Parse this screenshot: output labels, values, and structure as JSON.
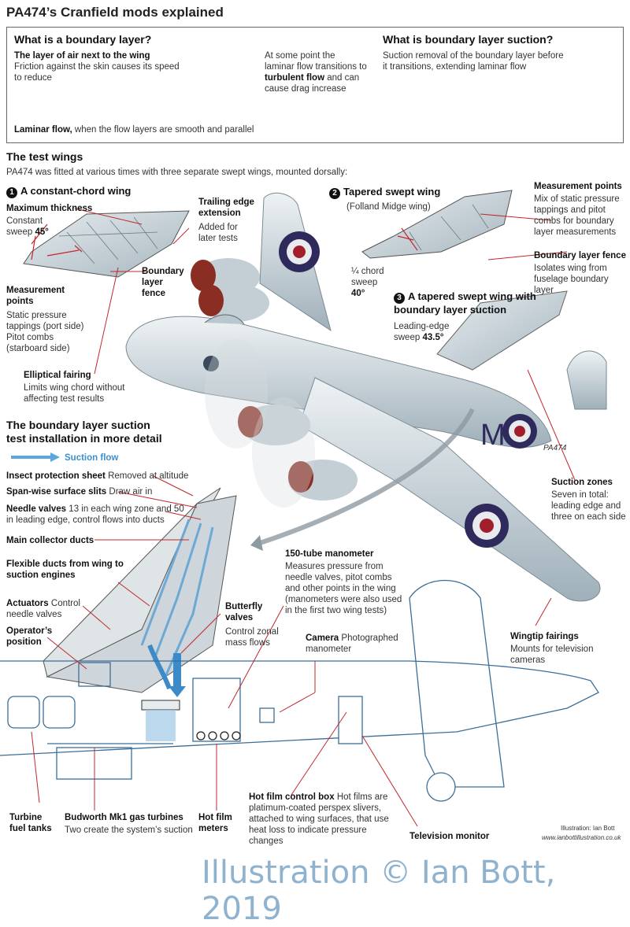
{
  "title": "PA474’s Cranfield mods explained",
  "bl": {
    "h1": "What is a boundary layer?",
    "l1b": "The layer of air next to the wing",
    "l1": "Friction against the skin causes its speed to reduce",
    "l2": "At some point the laminar flow transitions to",
    "l2b": "turbulent flow",
    "l2c": "and can cause drag increase",
    "l3b": "Laminar flow,",
    "l3": "when the flow layers are smooth and parallel",
    "h2": "What is boundary layer suction?",
    "l4": "Suction removal of the boundary layer before it transitions, extending laminar flow"
  },
  "test": {
    "h": "The test wings",
    "sub": "PA474 was fitted at various times with three separate swept wings, mounted dorsally:",
    "w1n": "1",
    "w1": "A constant-chord wing",
    "maxthick": "Maximum thickness",
    "constsweep": "Constant sweep",
    "constsweep_v": "45°",
    "te_h": "Trailing edge extension",
    "te": "Added for later tests",
    "mp1_h": "Measurement points",
    "mp1": "Static pressure tappings (port side) Pitot combs (starboard side)",
    "blf1": "Boundary layer fence",
    "ef_h": "Elliptical fairing",
    "ef": "Limits wing chord without affecting test results",
    "w2n": "2",
    "w2": "Tapered swept wing",
    "w2s": "(Folland Midge wing)",
    "mp2_h": "Measurement points",
    "mp2": "Mix of static pressure tappings and pitot combs for boundary layer measurements",
    "blf2_h": "Boundary layer fence",
    "blf2": "Isolates wing from fuselage boundary layer",
    "chord": "¼ chord sweep",
    "chord_v": "40°",
    "w3n": "3",
    "w3": "A tapered swept wing with boundary layer suction",
    "le": "Leading-edge sweep",
    "le_v": "43.5°"
  },
  "aircraft": {
    "code": "M",
    "serial": "PA474"
  },
  "inst": {
    "h": "The boundary layer suction test installation in more detail",
    "flow": "Suction flow",
    "insect_b": "Insect protection sheet",
    "insect": "Removed at altitude",
    "slits_b": "Span-wise surface slits",
    "slits": "Draw air in",
    "needle_b": "Needle valves",
    "needle": "13 in each wing zone and 50 in leading edge, control flows into ducts",
    "collector": "Main collector ducts",
    "flex": "Flexible ducts from wing to suction engines",
    "act_b": "Actuators",
    "act": "Control needle valves",
    "op": "Operator’s position",
    "butterfly_h": "Butterfly valves",
    "butterfly": "Control zonal mass flows",
    "mano_h": "150-tube manometer",
    "mano": "Measures pressure from needle valves, pitot combs and other points in the wing (manometers were also used in the first two wing tests)",
    "cam_b": "Camera",
    "cam": "Photographed manometer",
    "sz_h": "Suction zones",
    "sz": "Seven in total: leading edge and three on each side",
    "wt_h": "Wingtip fairings",
    "wt": "Mounts for television cameras",
    "turbine": "Turbine fuel tanks",
    "budworth_h": "Budworth Mk1 gas turbines",
    "budworth": "Two create the system’s suction",
    "hfm": "Hot film meters",
    "hfc_b": "Hot film control box",
    "hfc": "Hot films are platimum-coated perspex slivers, attached to wing surfaces, that use heat loss to indicate pressure changes",
    "tv": "Television monitor"
  },
  "credit_small1": "Illustration: Ian Bott",
  "credit_small2": "www.ianbottillustration.co.uk",
  "credit": "Illustration © Ian Bott, 2019"
}
